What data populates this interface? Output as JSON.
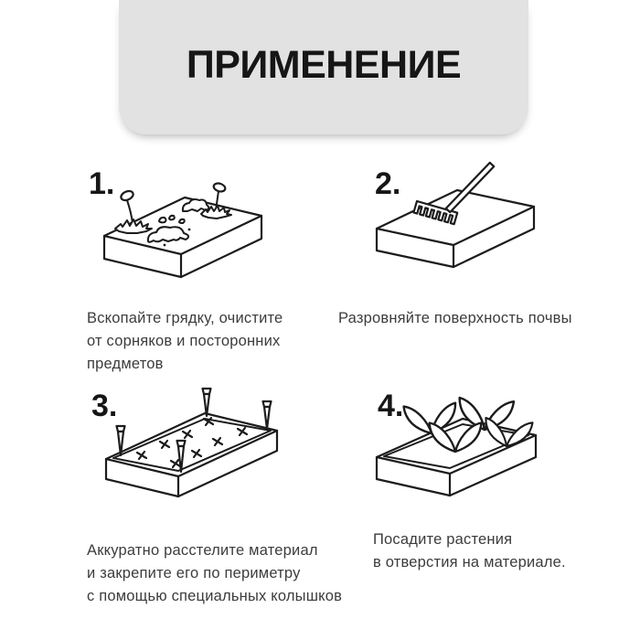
{
  "header": {
    "title": "ПРИМЕНЕНИЕ",
    "background_color": "#e2e2e2",
    "title_color": "#161616"
  },
  "steps": [
    {
      "number": "1.",
      "illustration": "garden-bed-with-weeds-and-debris",
      "lines": [
        "Вскопайте грядку, очистите",
        "от сорняков и посторонних",
        "предметов"
      ]
    },
    {
      "number": "2.",
      "illustration": "soil-bed-with-rake",
      "lines": [
        "Разровняйте поверхность почвы"
      ]
    },
    {
      "number": "3.",
      "illustration": "bed-covered-with-material-fixed-by-pegs",
      "lines": [
        "Аккуратно расстелите материал",
        "и закрепите его по периметру",
        "с помощью специальных колышков"
      ]
    },
    {
      "number": "4.",
      "illustration": "plants-growing-through-holes-in-material",
      "lines": [
        "Посадите растения",
        "в отверстия на материале."
      ]
    }
  ],
  "colors": {
    "page_background": "#ffffff",
    "line_art": "#1c1c1c",
    "caption_text": "#3c3c3c"
  }
}
